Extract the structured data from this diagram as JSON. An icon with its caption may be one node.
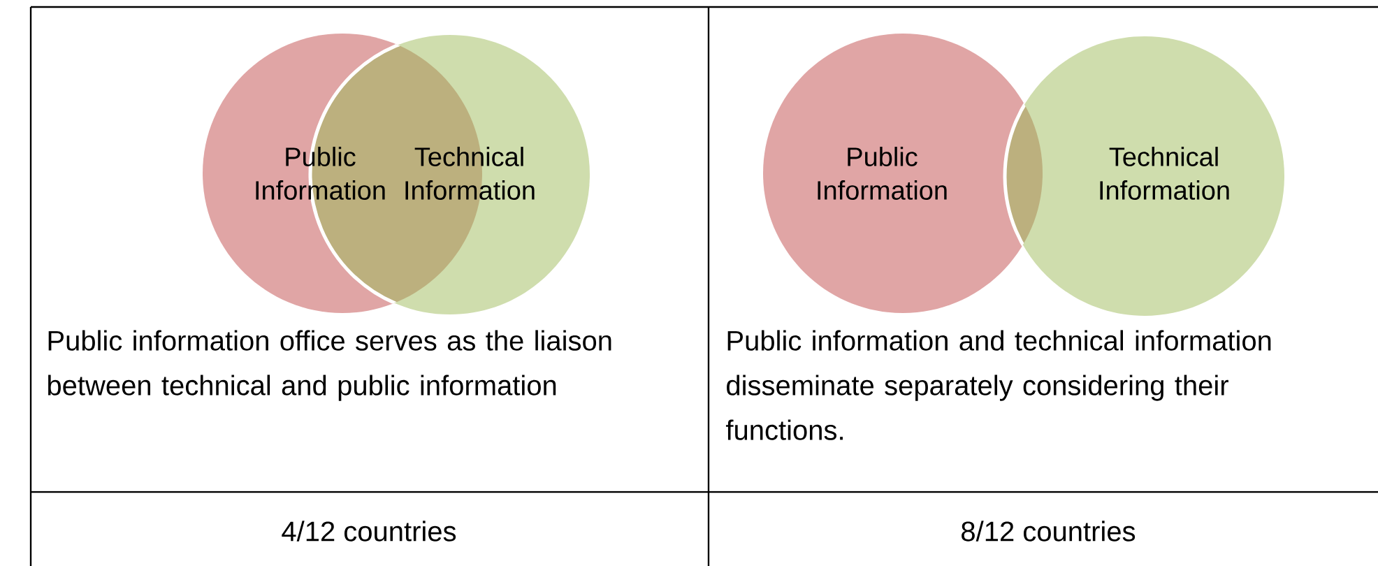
{
  "diagram": {
    "nodes": [
      {
        "text": [
          "Public Information"
        ]
      },
      {
        "text": [
          "Technical Information"
        ]
      },
      {
        "text": [
          "Public Information"
        ]
      },
      {
        "text": [
          "Technical Information"
        ]
      }
    ],
    "labels": [
      "Public information office serves as the liaison between technical and public information",
      "Public information and technical information disseminate separately considering their functions.",
      "4/12 countries",
      "8/12 countries"
    ]
  }
}
